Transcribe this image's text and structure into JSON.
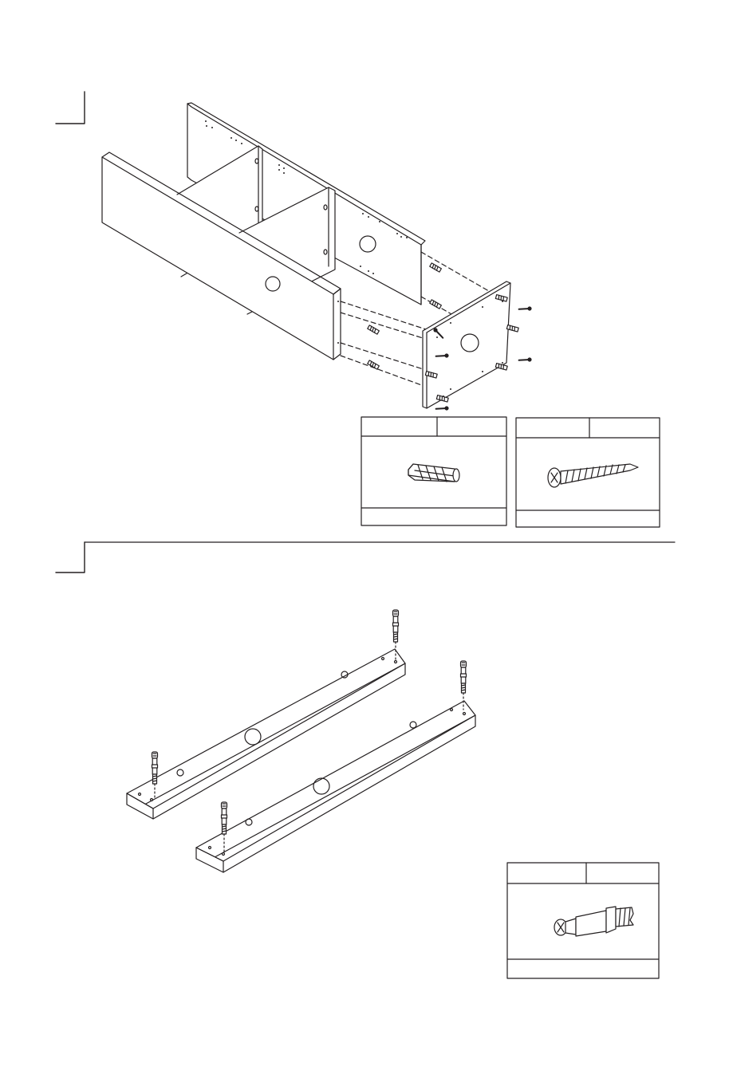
{
  "manual": {
    "steps": [
      {
        "label": "",
        "name": "step-1"
      },
      {
        "label": "",
        "name": "step-2"
      }
    ],
    "parts": [
      {
        "name": "wood-dowel",
        "code": "",
        "qty": "",
        "caption": ""
      },
      {
        "name": "wood-screw",
        "code": "",
        "qty": "",
        "caption": ""
      },
      {
        "name": "cam-bolt",
        "code": "",
        "qty": "",
        "caption": ""
      }
    ],
    "icons": [
      "wood-dowel-icon",
      "wood-screw-icon",
      "cam-bolt-icon"
    ],
    "colors": {
      "ink": "#231f20",
      "paper": "#ffffff"
    }
  }
}
